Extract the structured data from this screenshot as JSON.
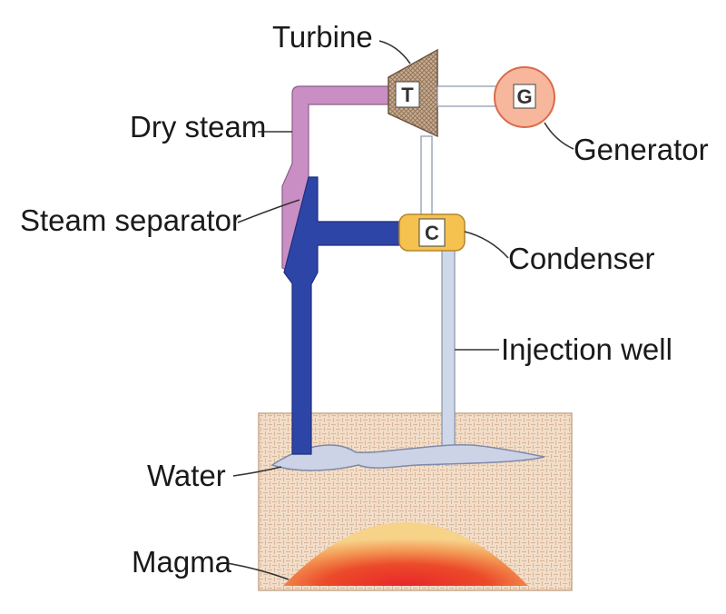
{
  "diagram": {
    "labels": {
      "turbine": "Turbine",
      "dry_steam": "Dry steam",
      "generator": "Generator",
      "steam_separator": "Steam separator",
      "condenser": "Condenser",
      "injection_well": "Injection well",
      "water": "Water",
      "magma": "Magma"
    },
    "components": {
      "turbine_letter": "T",
      "generator_letter": "G",
      "condenser_letter": "C"
    }
  },
  "colors": {
    "dry_steam_pipe": "#c98fc4",
    "water_pipe": "#2e45a8",
    "condenser": "#f5c24f",
    "generator": "#f6b79d",
    "injection_pipe": "#cfd8e8",
    "ground": "#f3dfcb",
    "magma_core": "#e8262b",
    "magma_edge": "#f7d38a",
    "water_pool": "#cdd3e6"
  }
}
